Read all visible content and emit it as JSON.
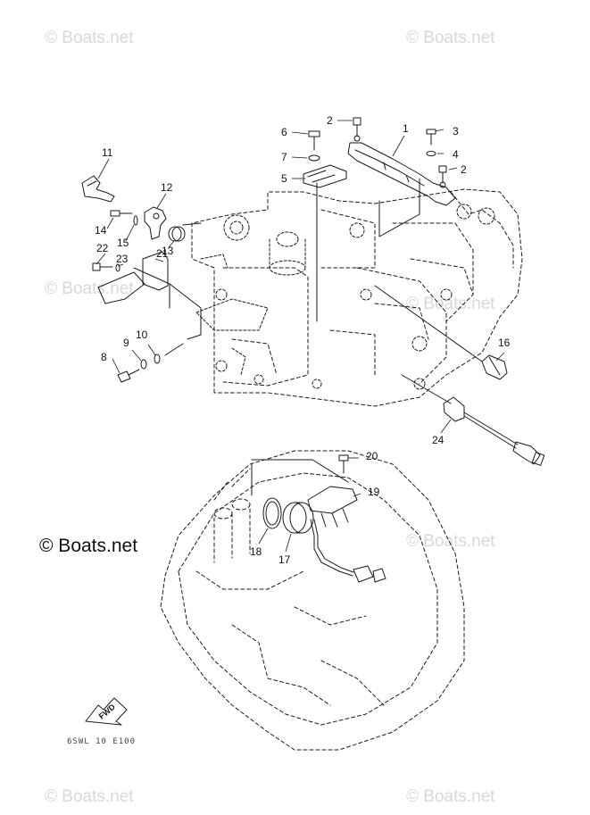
{
  "watermarks": {
    "top_left": "© Boats.net",
    "top_right": "© Boats.net",
    "mid_left": "© Boats.net",
    "mid_right": "© Boats.net",
    "lower_right": "© Boats.net",
    "bottom_left": "© Boats.net",
    "bottom_right": "© Boats.net",
    "main": "© Boats.net"
  },
  "fwd_label": "FWD",
  "diagram_code": "6SWL 10 E100",
  "callouts": {
    "c1": "1",
    "c2a": "2",
    "c2b": "2",
    "c3": "3",
    "c4": "4",
    "c5": "5",
    "c6": "6",
    "c7": "7",
    "c8": "8",
    "c9": "9",
    "c10": "10",
    "c11": "11",
    "c12": "12",
    "c13": "13",
    "c14": "14",
    "c15": "15",
    "c16": "16",
    "c17": "17",
    "c18": "18",
    "c19": "19",
    "c20": "20",
    "c21": "21",
    "c22": "22",
    "c23": "23",
    "c24": "24"
  },
  "colors": {
    "line": "#1a1a1a",
    "watermark": "#d8d8d8"
  }
}
